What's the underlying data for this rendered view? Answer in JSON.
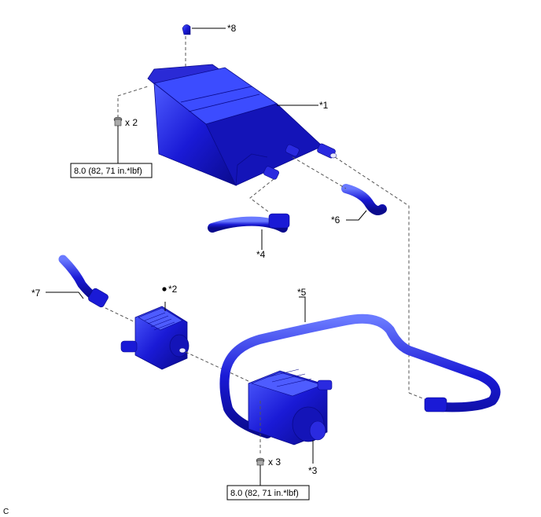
{
  "callouts": {
    "c8": "*8",
    "c1": "*1",
    "c6": "*6",
    "c4": "*4",
    "c7": "*7",
    "c2": "*2",
    "c5": "*5",
    "c3": "*3"
  },
  "qty_top": "x 2",
  "qty_bottom": "x 3",
  "torque_top": "8.0 (82, 71 in.*lbf)",
  "torque_bottom": "8.0 (82, 71 in.*lbf)",
  "corner_code": "C",
  "colors": {
    "part_blue": "#1a1ad6",
    "part_dark": "#0a0a8c",
    "part_light": "#5a6cff",
    "line": "#000000"
  },
  "icons": {
    "bullet": "filled-circle-icon",
    "bolt": "bolt-icon"
  }
}
